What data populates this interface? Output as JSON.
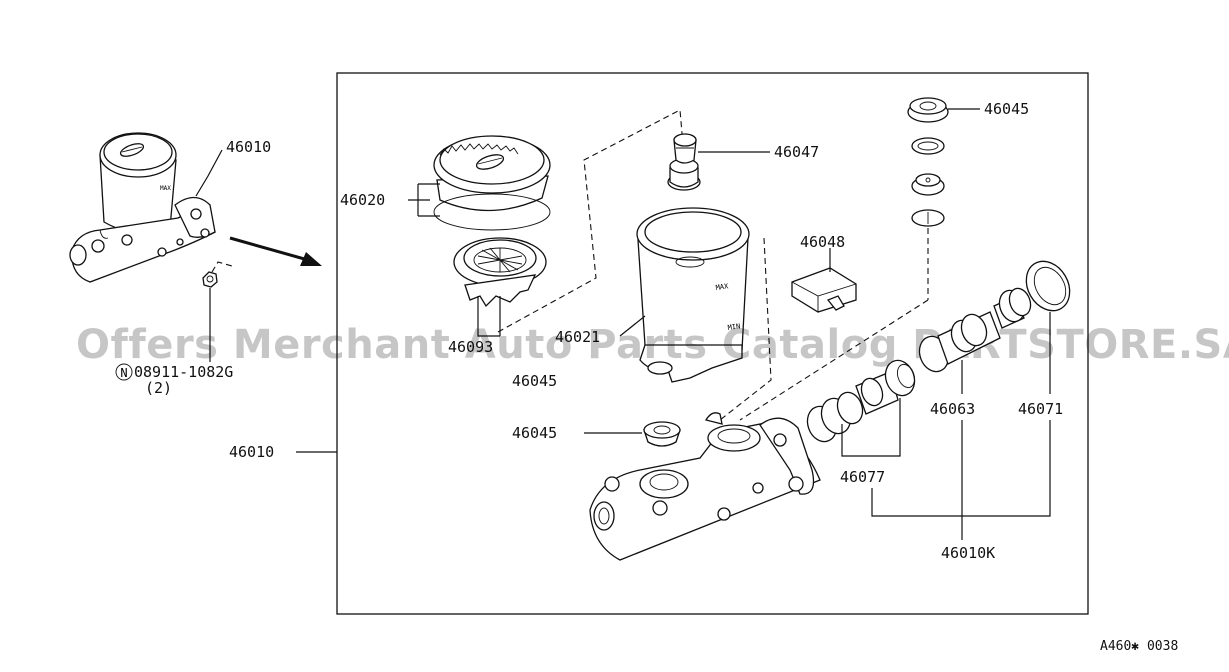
{
  "callouts": {
    "master_cylinder_top": "46010",
    "reservoir_cap_set": "46020",
    "reservoir_strainer": "46093",
    "reservoir_tank": "46021",
    "grommet_upper_right": "46045",
    "grommet_middle_left": "46045",
    "grommet_lower_left": "46045",
    "connector_pin": "46047",
    "level_switch": "46048",
    "secondary_piston": "46063",
    "piston_cup": "46071",
    "primary_piston": "46077",
    "repair_kit": "46010K",
    "master_cylinder_assembly": "46010"
  },
  "nut": {
    "symbol": "N",
    "part_number": "08911-1082G",
    "quantity": "(2)"
  },
  "watermark": "Offers Merchant Auto Parts Catalog PARTSTORE.SA",
  "figure_code": "A460✱ 0038"
}
